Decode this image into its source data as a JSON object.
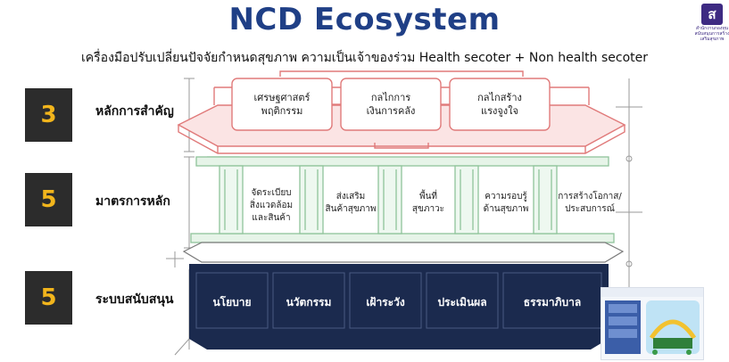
{
  "header": {
    "title": "NCD Ecosystem",
    "subtitle": "เครื่องมือปรับเปลี่ยนปัจจัยกำหนดสุขภาพ ความเป็นเจ้าของร่วม Health secoter + Non health secoter"
  },
  "logo": {
    "mark_glyph": "ส",
    "caption": "สำนักงานกองทุนสนับสนุนการสร้างเสริมสุขภาพ"
  },
  "rows": [
    {
      "number": "3",
      "label": "หลักการสำคัญ"
    },
    {
      "number": "5",
      "label": "มาตรการหลัก"
    },
    {
      "number": "5",
      "label": "ระบบสนับสนุน"
    }
  ],
  "principles": [
    {
      "line1": "เศรษฐศาสตร์",
      "line2": "พฤติกรรม"
    },
    {
      "line1": "กลไกการ",
      "line2": "เงินการคลัง"
    },
    {
      "line1": "กลไกสร้าง",
      "line2": "แรงจูงใจ"
    }
  ],
  "measures": [
    {
      "line1": "จัดระเบียบ",
      "line2": "สิ่งแวดล้อม",
      "line3": "และสินค้า"
    },
    {
      "line1": "ส่งเสริม",
      "line2": "สินค้าสุขภาพ",
      "line3": ""
    },
    {
      "line1": "พื้นที่",
      "line2": "สุขภาวะ",
      "line3": ""
    },
    {
      "line1": "ความรอบรู้",
      "line2": "ด้านสุขภาพ",
      "line3": ""
    },
    {
      "line1": "การสร้างโอกาส/",
      "line2": "ประสบการณ์",
      "line3": ""
    }
  ],
  "supports": [
    "นโยบาย",
    "นวัตกรรม",
    "เฝ้าระวัง",
    "ประเมินผล",
    "ธรรมาภิบาล"
  ],
  "colors": {
    "title": "#1f3f86",
    "number_bg": "#2c2c2c",
    "number_text": "#f2b51c",
    "roof_line": "#e07a7a",
    "roof_fill": "#fbe4e4",
    "pillar_line": "#8fc49a",
    "pillar_fill": "#e6f4e8",
    "base_fill": "#1b2a4e"
  }
}
